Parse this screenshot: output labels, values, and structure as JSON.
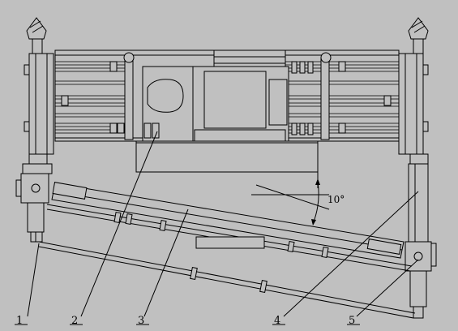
{
  "diagram": {
    "angle_label": "10°",
    "part_labels": [
      "1",
      "2",
      "3",
      "4",
      "5"
    ]
  },
  "colors": {
    "background": "#c0c0c0",
    "stroke": "#000000"
  }
}
